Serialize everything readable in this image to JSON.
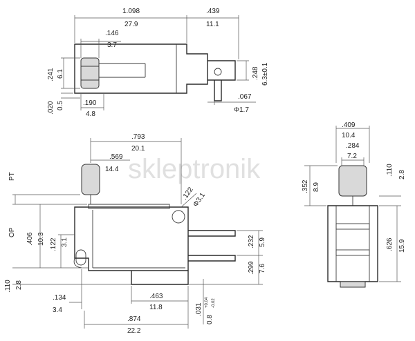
{
  "watermark": "skleptronik",
  "top_view": {
    "overall_in": "1.098",
    "overall_mm": "27.9",
    "right_in": ".439",
    "right_mm": "11.1",
    "roller_w_in": ".146",
    "roller_w_mm": "3.7",
    "lever_h_in": ".241",
    "lever_h_mm": "6.1",
    "term_h_in": ".248",
    "term_h_mm": "6.3±0.1",
    "lever_t_in": ".020",
    "lever_t_mm": "0.5",
    "roller_x_in": ".190",
    "roller_x_mm": "4.8",
    "hole_in": ".067",
    "hole_mm": "Φ1.7"
  },
  "front_view": {
    "pt_label": "PT",
    "op_label": "OP",
    "lever_len_in": ".793",
    "lever_len_mm": "20.1",
    "roller_pos_in": ".569",
    "roller_pos_mm": "14.4",
    "mount_hole_in": ".122",
    "mount_hole_mm": "Φ3.1",
    "op_in": ".406",
    "op_mm": "10.3",
    "mount_y_in": ".122",
    "mount_y_mm": "3.1",
    "term1_in": ".232",
    "term1_mm": "5.9",
    "term2_in": ".299",
    "term2_mm": "7.6",
    "bottom_in": ".110",
    "bottom_mm": "2.8",
    "term_x_in": ".134",
    "term_x_mm": "3.4",
    "term_sp_in": ".463",
    "term_sp_mm": "11.8",
    "total_in": ".874",
    "total_mm": "22.2",
    "term_t_in": ".031",
    "term_t_mm": "0.8",
    "tol_upper": "+0.04",
    "tol_lower": "-0.02"
  },
  "side_view": {
    "width_in": ".409",
    "width_mm": "10.4",
    "inner_in": ".284",
    "inner_mm": "7.2",
    "lever_h_in": ".352",
    "lever_h_mm": "8.9",
    "top_in": ".110",
    "top_mm": "2.8",
    "body_h_in": ".626",
    "body_h_mm": "15.9"
  }
}
